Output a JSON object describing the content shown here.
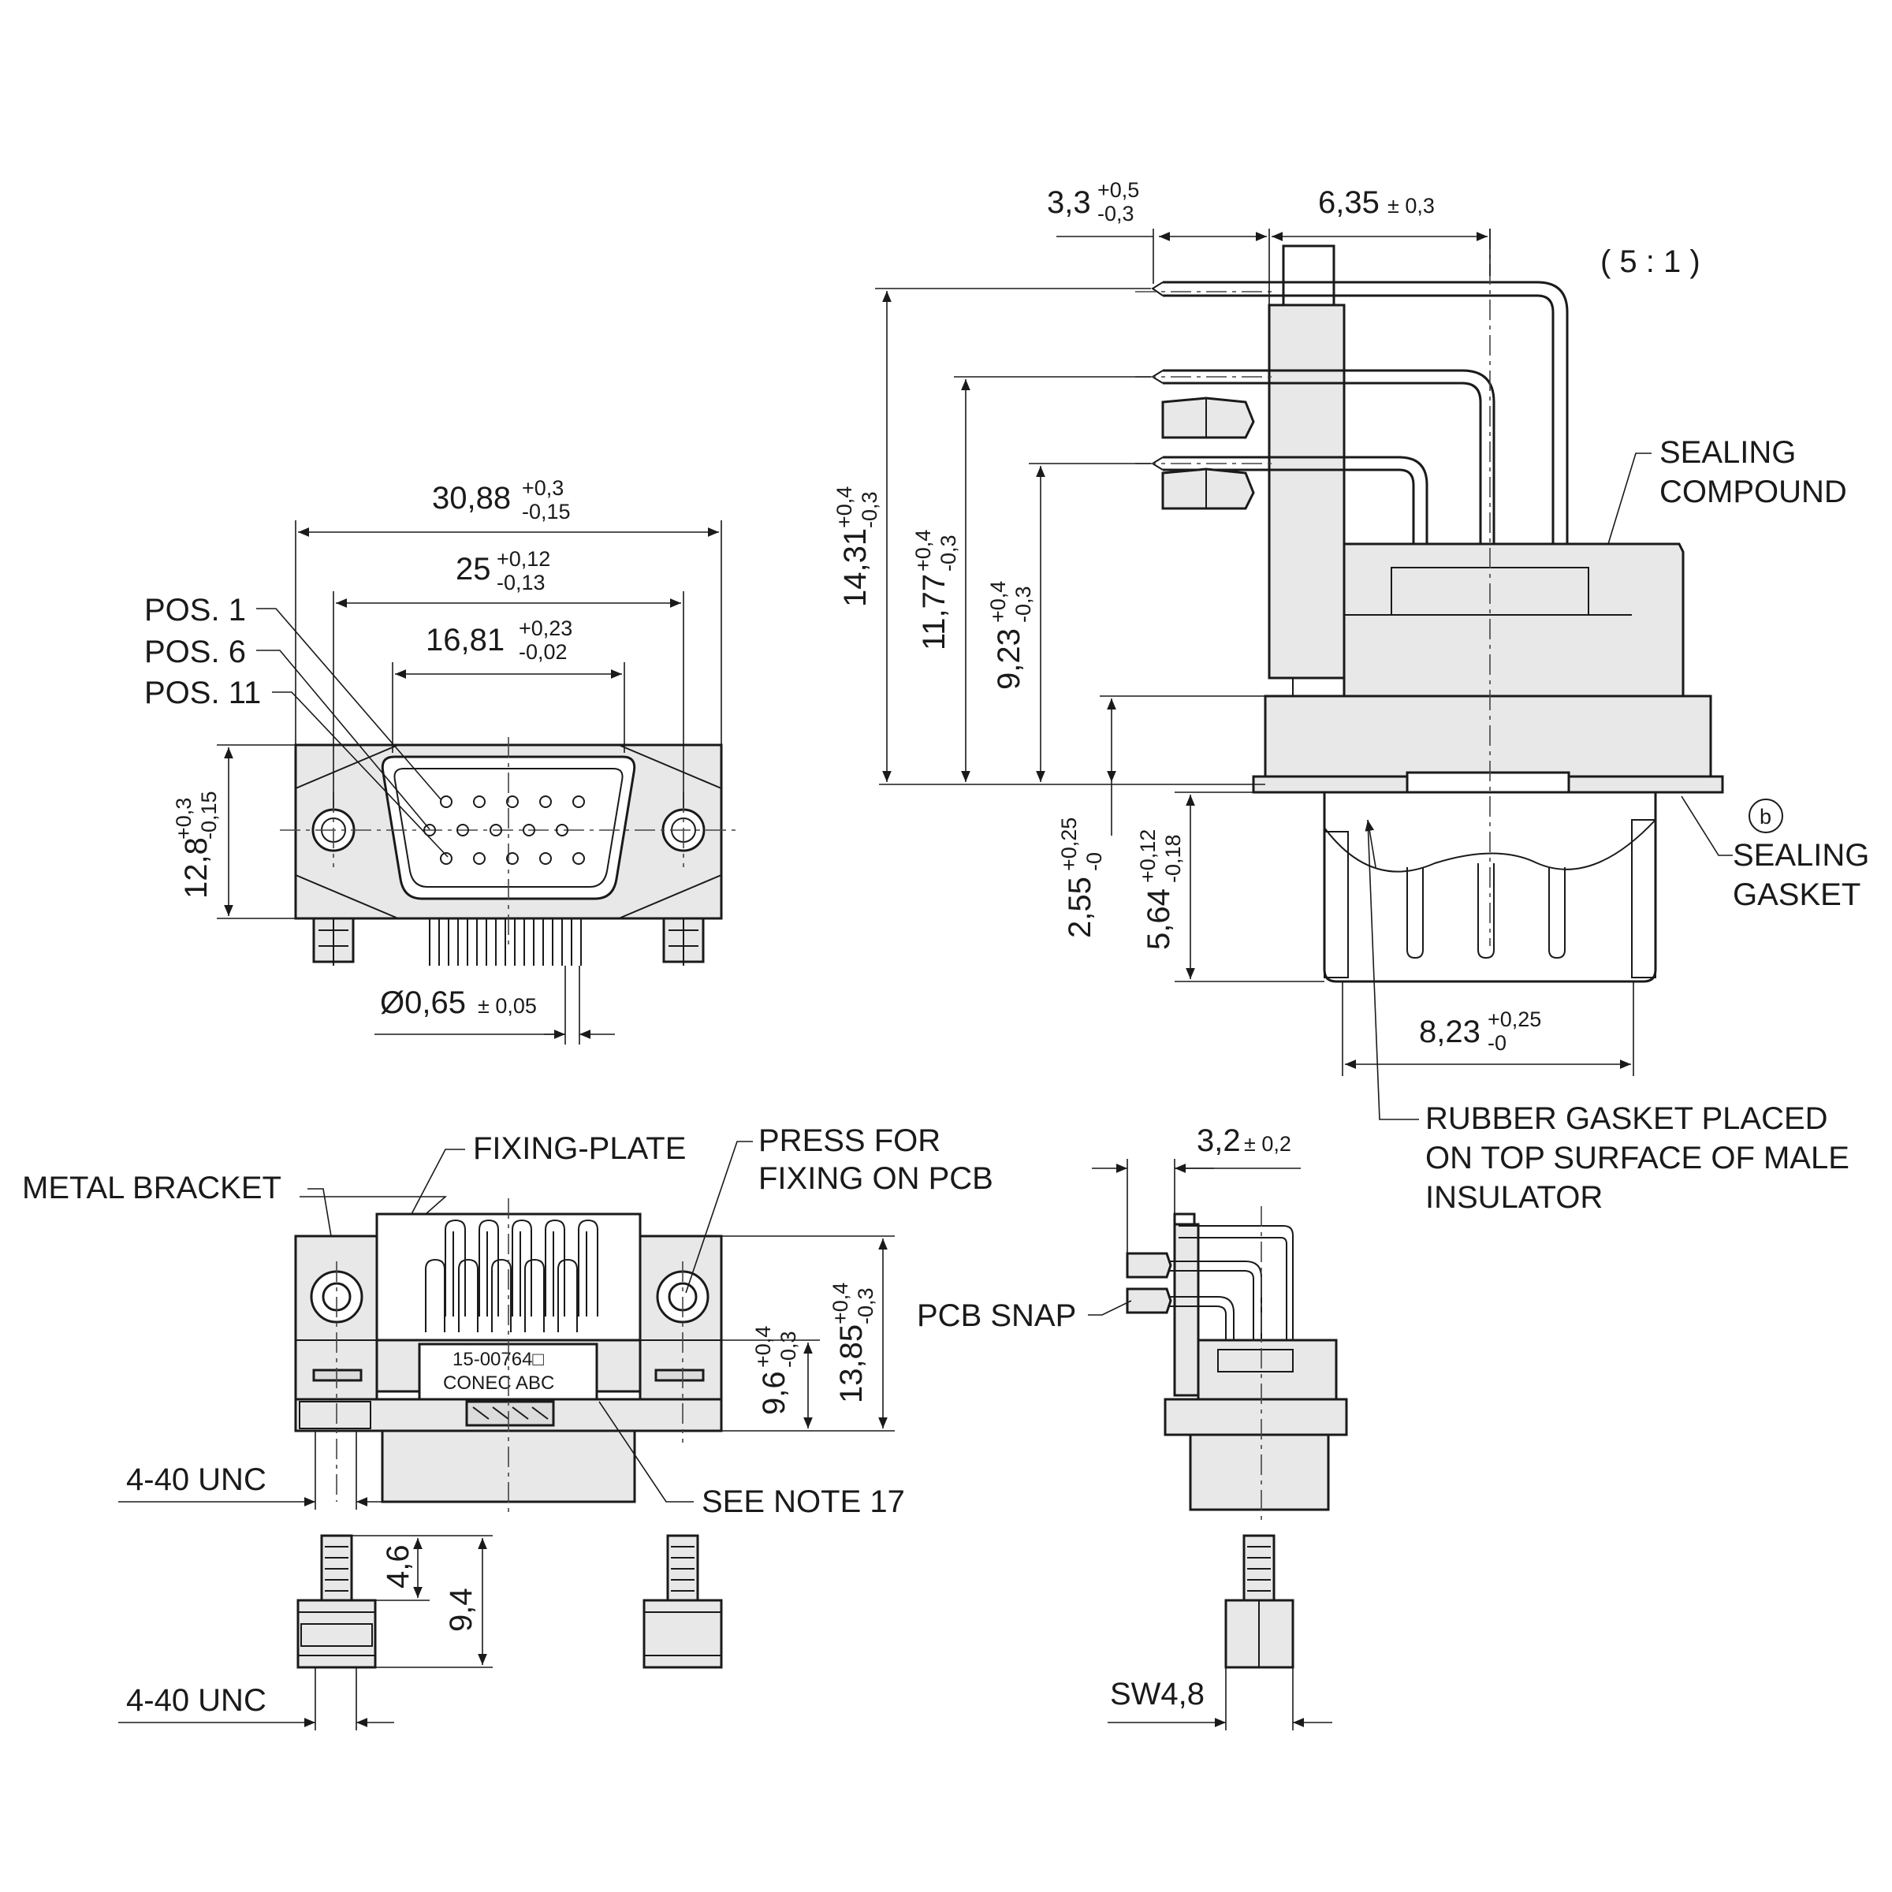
{
  "scale": "( 5 : 1 )",
  "front_view": {
    "overall_width": {
      "value": "30,88",
      "tol_upper": "+0,3",
      "tol_lower": "-0,15"
    },
    "hole_pitch": {
      "value": "25",
      "tol_upper": "+0,12",
      "tol_lower": "-0,13"
    },
    "shell_width": {
      "value": "16,81",
      "tol_upper": "+0,23",
      "tol_lower": "-0,02"
    },
    "height": {
      "value": "12,8",
      "tol_upper": "+0,3",
      "tol_lower": "-0,15"
    },
    "pin_diameter": {
      "value": "Ø0,65",
      "tol": "± 0,05"
    },
    "pos_labels": [
      "POS. 1",
      "POS. 6",
      "POS. 11"
    ]
  },
  "side_view": {
    "pin_offset": {
      "value": "3,3",
      "tol_upper": "+0,5",
      "tol_lower": "-0,3"
    },
    "row_spacing": {
      "value": "6,35",
      "tol": "± 0,3"
    },
    "height_14": {
      "value": "14,31",
      "tol_upper": "+0,4",
      "tol_lower": "-0,3"
    },
    "height_11": {
      "value": "11,77",
      "tol_upper": "+0,4",
      "tol_lower": "-0,3"
    },
    "height_9": {
      "value": "9,23",
      "tol_upper": "+0,4",
      "tol_lower": "-0,3"
    },
    "flange": {
      "value": "2,55",
      "tol_upper": "+0,25",
      "tol_lower": "-0"
    },
    "shell_depth": {
      "value": "5,64",
      "tol_upper": "+0,12",
      "tol_lower": "-0,18"
    },
    "shell_width": {
      "value": "8,23",
      "tol_upper": "+0,25",
      "tol_lower": "-0"
    },
    "sealing_compound": [
      "SEALING",
      "COMPOUND"
    ],
    "sealing_gasket": [
      "SEALING",
      "GASKET"
    ],
    "gasket_marker": "b",
    "rubber_note": [
      "RUBBER GASKET PLACED",
      "ON TOP SURFACE OF MALE",
      "INSULATOR"
    ]
  },
  "rear_view": {
    "fixing_plate": "FIXING-PLATE",
    "metal_bracket": "METAL BRACKET",
    "press_note": [
      "PRESS  FOR",
      "FIXING ON PCB"
    ],
    "part_number": "15-00764□",
    "brand": "CONEC  ABC",
    "height_9_6": {
      "value": "9,6",
      "tol_upper": "+0,4",
      "tol_lower": "-0,3"
    },
    "height_13_85": {
      "value": "13,85",
      "tol_upper": "+0,4",
      "tol_lower": "-0,3"
    },
    "thread_top": "4-40 UNC",
    "see_note": "SEE NOTE 17",
    "bolt_4_6": "4,6",
    "bolt_9_4": "9,4",
    "thread_bottom": "4-40 UNC"
  },
  "small_side": {
    "offset": {
      "value": "3,2",
      "tol": "± 0,2"
    },
    "pcb_snap": "PCB SNAP",
    "sw": "SW4,8"
  }
}
